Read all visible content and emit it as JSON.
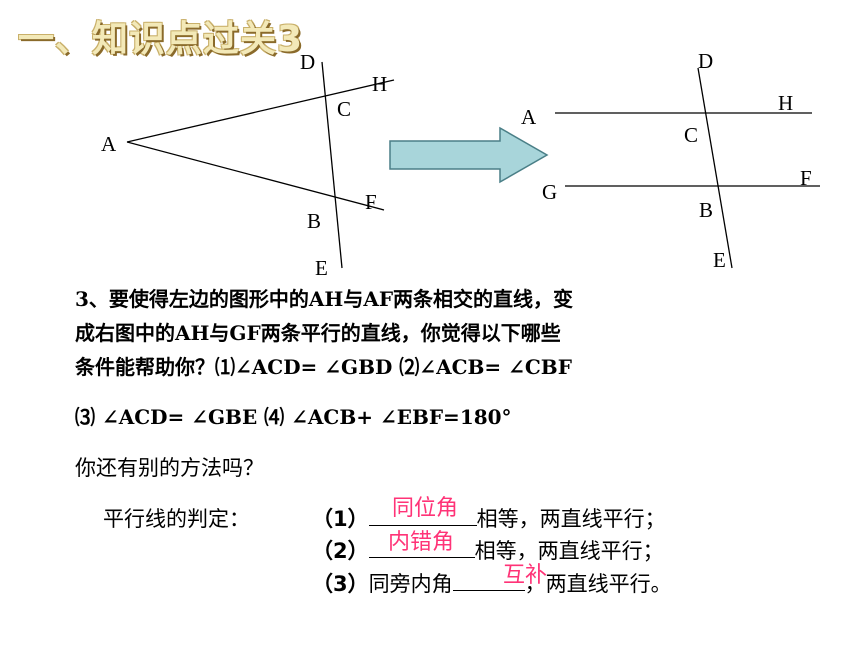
{
  "title": "一、知识点过关3",
  "left_figure": {
    "labels": {
      "D": "D",
      "H": "H",
      "C": "C",
      "A": "A",
      "F": "F",
      "B": "B",
      "E": "E"
    }
  },
  "right_figure": {
    "labels": {
      "D": "D",
      "H": "H",
      "A": "A",
      "C": "C",
      "F": "F",
      "G": "G",
      "B": "B",
      "E": "E"
    }
  },
  "question": {
    "line1": "3、要使得左边的图形中的AH与AF两条相交的直线，变",
    "line2": "成右图中的AH与GF两条平行的直线，你觉得以下哪些",
    "line3": "条件能帮助你？⑴∠ACD= ∠GBD   ⑵∠ACB= ∠CBF",
    "line4": "⑶ ∠ACD= ∠GBE    ⑷ ∠ACB+ ∠EBF=180°",
    "line5": "你还有别的方法吗？"
  },
  "criteria": {
    "heading": "平行线的判定：",
    "item1_num": "（1）",
    "item1_text": "相等，两直线平行；",
    "item1_answer": "同位角",
    "item2_num": "（2）",
    "item2_text": "相等，两直线平行；",
    "item2_answer": "内错角",
    "item3_num": "（3）",
    "item3_prefix": "同旁内角",
    "item3_text": "，两直线平行。",
    "item3_answer": "互补"
  },
  "colors": {
    "arrow_fill": "#a8d5da",
    "arrow_stroke": "#4a7f87",
    "answer": "#ff3377"
  }
}
